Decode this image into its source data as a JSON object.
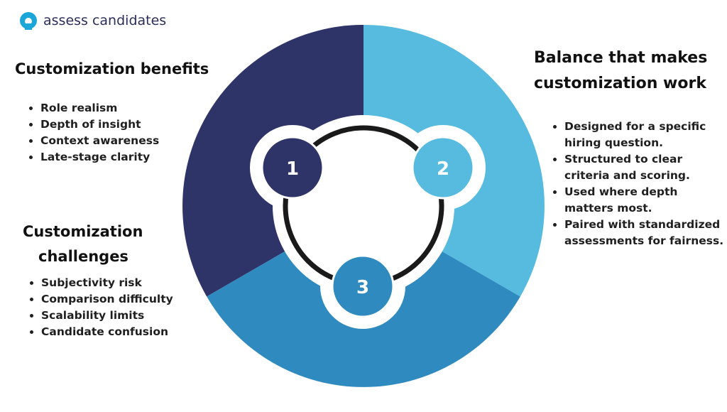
{
  "brand": {
    "name": "assess candidates",
    "icon": "logo-ring-icon",
    "color": "#1ba6d9"
  },
  "sections": {
    "benefits": {
      "title": "Customization benefits",
      "items": [
        "Role realism",
        "Depth of insight",
        "Context awareness",
        "Late-stage clarity"
      ]
    },
    "challenges": {
      "title_line1": "Customization",
      "title_line2": "challenges",
      "items": [
        "Subjectivity risk",
        "Comparison difficulty",
        "Scalability limits",
        "Candidate confusion"
      ]
    },
    "balance": {
      "title_line1": "Balance that makes",
      "title_line2": "customization work",
      "items": [
        "Designed for a specific hiring question.",
        "Structured to clear criteria and scoring.",
        "Used where depth matters most.",
        "Paired with standardized assessments for fairness."
      ]
    }
  },
  "diagram": {
    "nodes": [
      "1",
      "2",
      "3"
    ],
    "colors": {
      "segment_1": "#2e3368",
      "segment_2": "#57bbe0",
      "segment_3": "#2f8bbf",
      "node_1": "#2e3368",
      "node_2": "#57bbe0",
      "node_3": "#2f8bbf",
      "ring": "#1a1a1a"
    }
  }
}
